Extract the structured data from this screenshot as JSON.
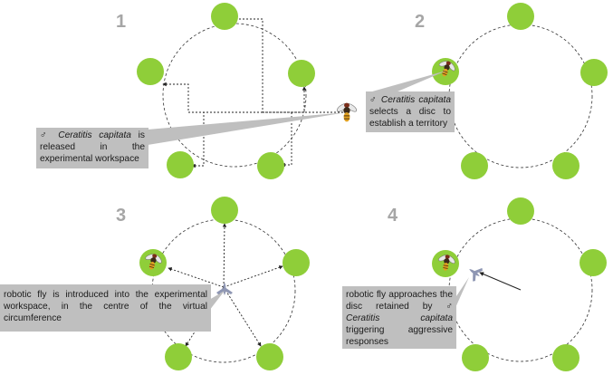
{
  "panels": [
    {
      "number": "1",
      "callout": {
        "symbol": "♂",
        "species": "Ceratitis capitata",
        "after": " is released in the experimental workspace"
      }
    },
    {
      "number": "2",
      "callout": {
        "symbol": "♂",
        "species": "Ceratitis capitata",
        "after": " selects a disc to establish a territory"
      }
    },
    {
      "number": "3",
      "callout": {
        "text": "robotic fly is introduced into the experimental workspace, in the centre of the virtual circumference"
      }
    },
    {
      "number": "4",
      "callout": {
        "before": "robotic fly approaches the disc retained by ",
        "symbol": "♂",
        "species": "Ceratitis capitata",
        "after": " triggering aggressive responses"
      }
    }
  ],
  "colors": {
    "disc": "#8fce39",
    "callout": "#bfbfbf",
    "number": "#a6a6a6",
    "robot": "#8e96b3"
  }
}
